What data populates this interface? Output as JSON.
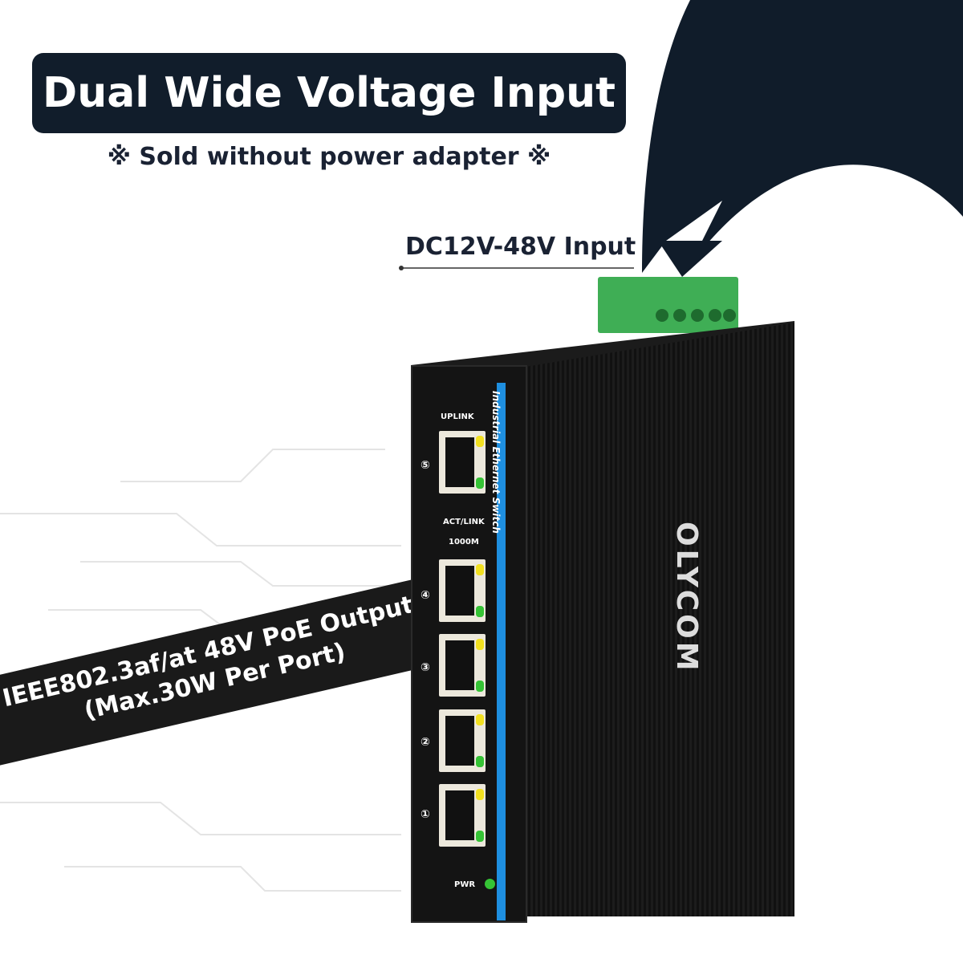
{
  "title": "Dual Wide Voltage Input",
  "subtitle": "※ Sold without power adapter ※",
  "input_label": "DC12V-48V Input",
  "banner": {
    "line1": "IEEE802.3af/at 48V PoE Output",
    "line2": "(Max.30W Per Port)"
  },
  "device": {
    "side_text": "Industrial Ethernet Switch",
    "logo": "OLYCOM",
    "uplink_label": "UPLINK",
    "act_link_label": "ACT/LINK",
    "speed_label": "1000M",
    "pwr_label": "PWR",
    "ports": [
      "⑤",
      "④",
      "③",
      "②",
      "①"
    ]
  },
  "colors": {
    "title_bg": "#111d2b",
    "stripe": "#1e8fe0",
    "terminal": "#3fae55",
    "led_yellow": "#f2e020",
    "led_green": "#35c335"
  }
}
